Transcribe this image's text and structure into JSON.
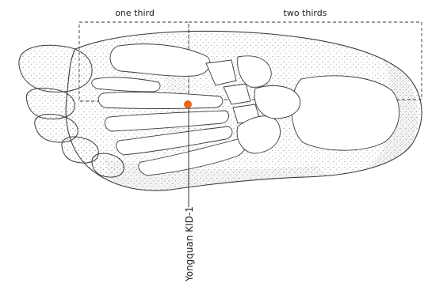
{
  "labels": {
    "proximal_section": "one third",
    "distal_section": "two thirds",
    "acupoint": "Yongquan KID-1"
  },
  "colors": {
    "acupoint_marker": "#e8651a",
    "outline": "#3a3a3a",
    "stipple": "#555555",
    "guide_line": "#333333"
  }
}
